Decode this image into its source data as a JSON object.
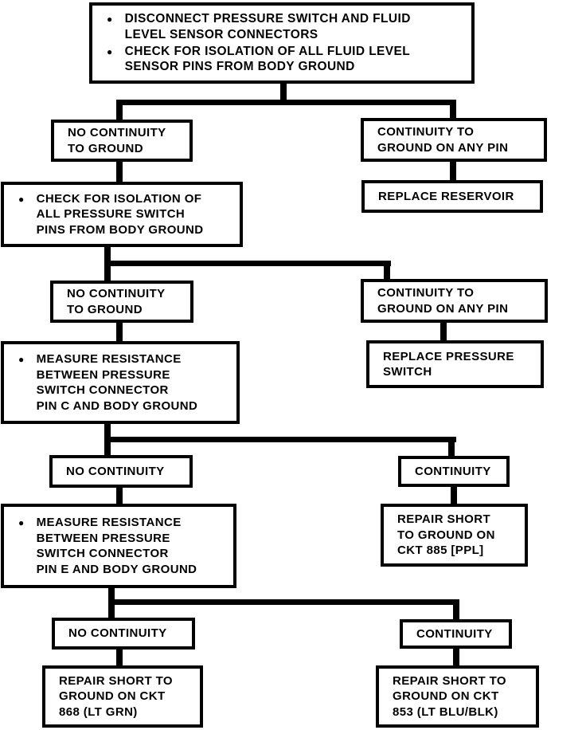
{
  "diagram": {
    "type": "troubleshooting-flowchart",
    "bullet_char": "●",
    "colors": {
      "background": "#ffffff",
      "line": "#000000",
      "box_border": "#000000",
      "text": "#000000"
    },
    "nodes": {
      "start": {
        "items": [
          "DISCONNECT PRESSURE SWITCH AND FLUID\nLEVEL SENSOR CONNECTORS",
          "CHECK FOR ISOLATION OF ALL FLUID LEVEL\nSENSOR PINS FROM BODY GROUND"
        ]
      },
      "no_continuity_to_ground_1": {
        "label": "NO CONTINUITY\nTO GROUND"
      },
      "continuity_any_pin_1": {
        "label": "CONTINUITY TO\nGROUND ON ANY PIN"
      },
      "replace_reservoir": {
        "label": "REPLACE RESERVOIR"
      },
      "check_pressure_switch_isolation": {
        "item": "CHECK FOR ISOLATION OF\nALL PRESSURE SWITCH\nPINS FROM BODY GROUND"
      },
      "no_continuity_to_ground_2": {
        "label": "NO CONTINUITY\nTO GROUND"
      },
      "continuity_any_pin_2": {
        "label": "CONTINUITY TO\nGROUND ON ANY PIN"
      },
      "replace_pressure_switch": {
        "label": "REPLACE PRESSURE\nSWITCH"
      },
      "measure_pin_c": {
        "item": "MEASURE RESISTANCE\nBETWEEN PRESSURE\nSWITCH CONNECTOR\nPIN C AND BODY GROUND"
      },
      "no_continuity_1": {
        "label": "NO CONTINUITY"
      },
      "continuity_1": {
        "label": "CONTINUITY"
      },
      "repair_ckt_885": {
        "label": "REPAIR SHORT\nTO GROUND ON\nCKT 885 [PPL]"
      },
      "measure_pin_e": {
        "item": "MEASURE RESISTANCE\nBETWEEN PRESSURE\nSWITCH CONNECTOR\nPIN E AND BODY GROUND"
      },
      "no_continuity_2": {
        "label": "NO CONTINUITY"
      },
      "continuity_2": {
        "label": "CONTINUITY"
      },
      "repair_ckt_868": {
        "label": "REPAIR SHORT TO\nGROUND ON CKT\n868 (LT GRN)"
      },
      "repair_ckt_853": {
        "label": "REPAIR SHORT TO\nGROUND ON CKT\n853 (LT BLU/BLK)"
      }
    },
    "edges": [
      {
        "from": "start",
        "to": "no_continuity_to_ground_1"
      },
      {
        "from": "start",
        "to": "continuity_any_pin_1"
      },
      {
        "from": "continuity_any_pin_1",
        "to": "replace_reservoir"
      },
      {
        "from": "no_continuity_to_ground_1",
        "to": "check_pressure_switch_isolation"
      },
      {
        "from": "check_pressure_switch_isolation",
        "to": "no_continuity_to_ground_2"
      },
      {
        "from": "check_pressure_switch_isolation",
        "to": "continuity_any_pin_2"
      },
      {
        "from": "continuity_any_pin_2",
        "to": "replace_pressure_switch"
      },
      {
        "from": "no_continuity_to_ground_2",
        "to": "measure_pin_c"
      },
      {
        "from": "measure_pin_c",
        "to": "no_continuity_1"
      },
      {
        "from": "measure_pin_c",
        "to": "continuity_1"
      },
      {
        "from": "continuity_1",
        "to": "repair_ckt_885"
      },
      {
        "from": "no_continuity_1",
        "to": "measure_pin_e"
      },
      {
        "from": "measure_pin_e",
        "to": "no_continuity_2"
      },
      {
        "from": "measure_pin_e",
        "to": "continuity_2"
      },
      {
        "from": "no_continuity_2",
        "to": "repair_ckt_868"
      },
      {
        "from": "continuity_2",
        "to": "repair_ckt_853"
      }
    ]
  }
}
